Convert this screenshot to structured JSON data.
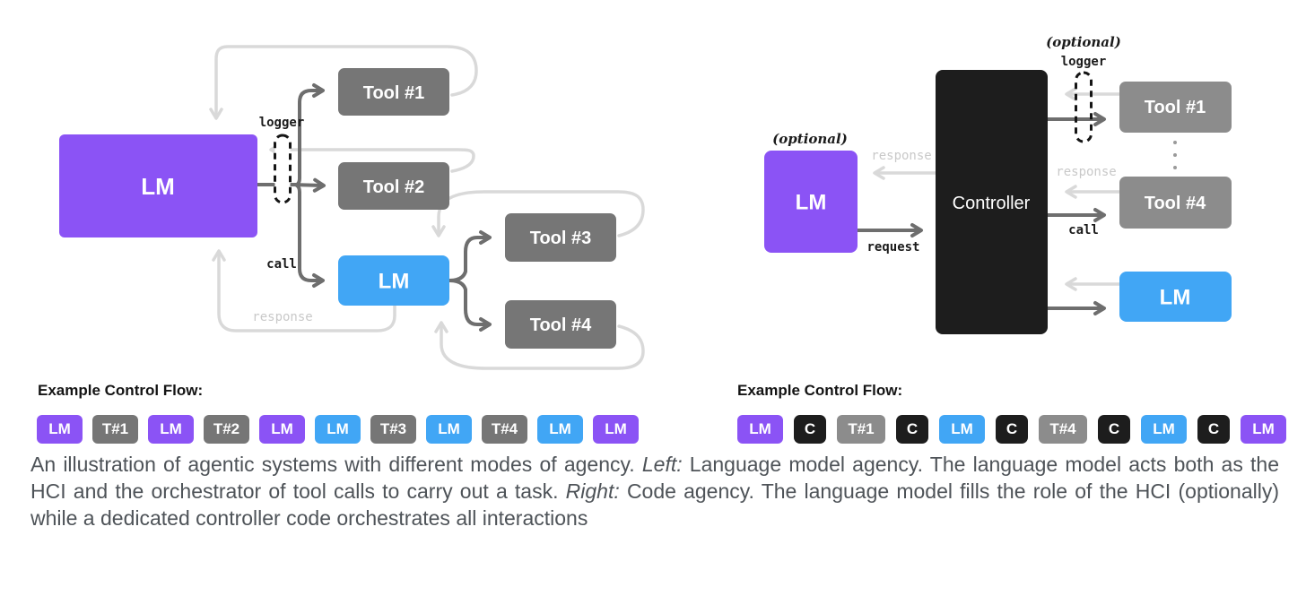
{
  "left_diagram": {
    "lm_main": "LM",
    "lm_sub": "LM",
    "tool1": "Tool #1",
    "tool2": "Tool #2",
    "tool3": "Tool #3",
    "tool4": "Tool #4",
    "logger_label": "logger",
    "call_label": "call",
    "response_label": "response"
  },
  "right_diagram": {
    "optional_lm": "(optional)",
    "optional_logger": "(optional)",
    "logger_label": "logger",
    "lm_main": "LM",
    "controller": "Controller",
    "response_lm": "response",
    "request_label": "request",
    "tool1": "Tool #1",
    "tool4": "Tool #4",
    "response_tool": "response",
    "call_label": "call",
    "lm_sub": "LM"
  },
  "flows": {
    "left": {
      "title": "Example Control Flow:",
      "chips": [
        {
          "label": "LM",
          "type": "lm-purple"
        },
        {
          "label": "T#1",
          "type": "tool-gray"
        },
        {
          "label": "LM",
          "type": "lm-purple"
        },
        {
          "label": "T#2",
          "type": "tool-gray"
        },
        {
          "label": "LM",
          "type": "lm-purple"
        },
        {
          "label": "LM",
          "type": "lm-blue"
        },
        {
          "label": "T#3",
          "type": "tool-gray"
        },
        {
          "label": "LM",
          "type": "lm-blue"
        },
        {
          "label": "T#4",
          "type": "tool-gray"
        },
        {
          "label": "LM",
          "type": "lm-blue"
        },
        {
          "label": "LM",
          "type": "lm-purple"
        }
      ]
    },
    "right": {
      "title": "Example Control Flow:",
      "chips": [
        {
          "label": "LM",
          "type": "lm-purple"
        },
        {
          "label": "C",
          "type": "controller-black"
        },
        {
          "label": "T#1",
          "type": "tool-gray-light"
        },
        {
          "label": "C",
          "type": "controller-black"
        },
        {
          "label": "LM",
          "type": "lm-blue"
        },
        {
          "label": "C",
          "type": "controller-black"
        },
        {
          "label": "T#4",
          "type": "tool-gray-light"
        },
        {
          "label": "C",
          "type": "controller-black"
        },
        {
          "label": "LM",
          "type": "lm-blue"
        },
        {
          "label": "C",
          "type": "controller-black"
        },
        {
          "label": "LM",
          "type": "lm-purple"
        }
      ]
    }
  },
  "caption": {
    "part1": "An illustration of agentic systems with different modes of agency. ",
    "left_label": "Left:",
    "part2": " Language model agency. The language model acts both as the HCI and the orchestrator of tool calls to carry out a task. ",
    "right_label": "Right:",
    "part3": " Code agency. The language model fills the role of the HCI (optionally) while a dedicated controller code orchestrates all interactions"
  },
  "colors": {
    "lm_purple": "#8b53f5",
    "lm_blue": "#41a6f5",
    "tool_gray": "#767676",
    "tool_gray_light": "#8c8c8c",
    "controller_black": "#1d1d1d",
    "dark_arrow": "#6e6e6e",
    "light_arrow": "#d9d9d9",
    "caption_text": "#4e5358"
  }
}
